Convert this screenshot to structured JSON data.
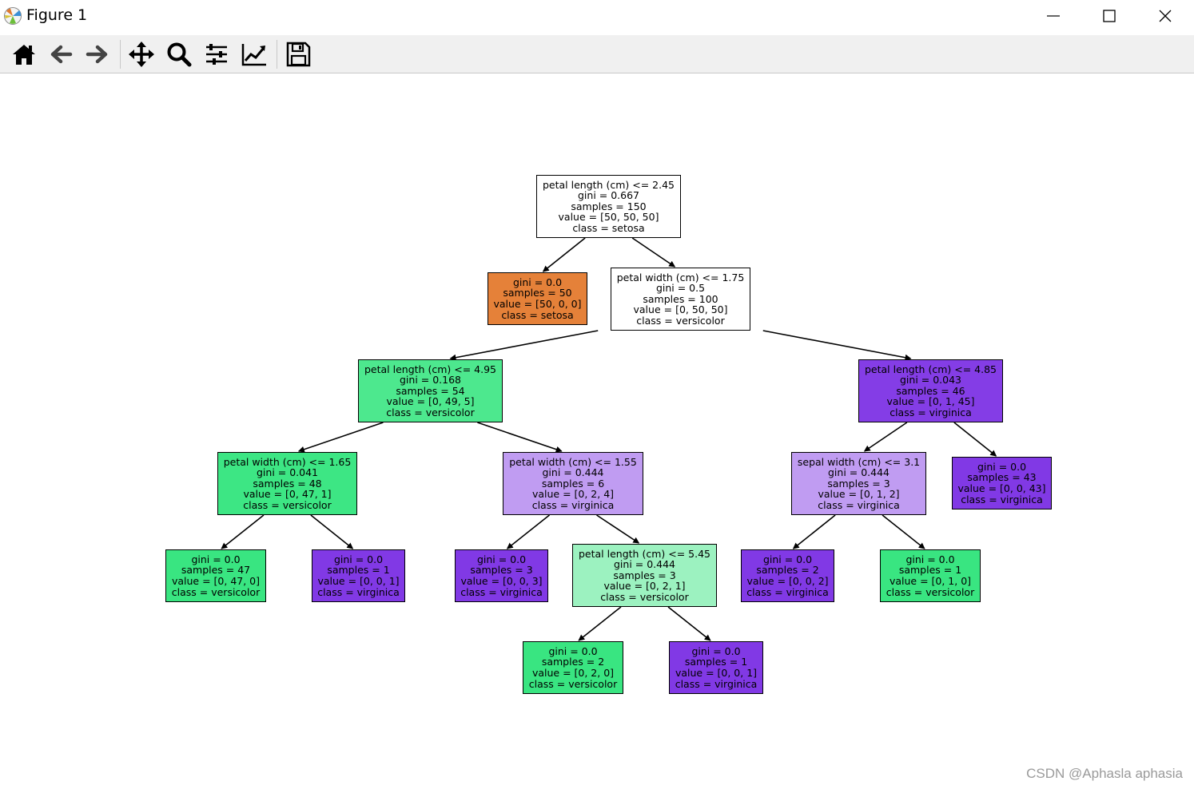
{
  "window": {
    "title": "Figure 1",
    "controls": [
      "minimize",
      "maximize",
      "close"
    ]
  },
  "toolbar": {
    "buttons": [
      {
        "name": "home",
        "icon": "home-icon"
      },
      {
        "name": "back",
        "icon": "arrow-left-icon"
      },
      {
        "name": "forward",
        "icon": "arrow-right-icon"
      },
      {
        "name": "pan",
        "icon": "move-icon"
      },
      {
        "name": "zoom",
        "icon": "zoom-icon"
      },
      {
        "name": "subplots",
        "icon": "sliders-icon"
      },
      {
        "name": "customize",
        "icon": "line-chart-icon"
      },
      {
        "name": "save",
        "icon": "floppy-icon"
      }
    ]
  },
  "tree": {
    "nodes": [
      {
        "id": "n0",
        "lines": [
          "petal length (cm) <= 2.45",
          "gini = 0.667",
          "samples = 150",
          "value = [50, 50, 50]",
          "class = setosa"
        ],
        "fill": "#ffffff"
      },
      {
        "id": "n1",
        "lines": [
          "gini = 0.0",
          "samples = 50",
          "value = [50, 0, 0]",
          "class = setosa"
        ],
        "fill": "#e58139"
      },
      {
        "id": "n2",
        "lines": [
          "petal width (cm) <= 1.75",
          "gini = 0.5",
          "samples = 100",
          "value = [0, 50, 50]",
          "class = versicolor"
        ],
        "fill": "#ffffff"
      },
      {
        "id": "n3",
        "lines": [
          "petal length (cm) <= 4.95",
          "gini = 0.168",
          "samples = 54",
          "value = [0, 49, 5]",
          "class = versicolor"
        ],
        "fill": "#4de88e"
      },
      {
        "id": "n4",
        "lines": [
          "petal length (cm) <= 4.85",
          "gini = 0.043",
          "samples = 46",
          "value = [0, 1, 45]",
          "class = virginica"
        ],
        "fill": "#843de6"
      },
      {
        "id": "n5",
        "lines": [
          "petal width (cm) <= 1.65",
          "gini = 0.041",
          "samples = 48",
          "value = [0, 47, 1]",
          "class = versicolor"
        ],
        "fill": "#3de684"
      },
      {
        "id": "n6",
        "lines": [
          "petal width (cm) <= 1.55",
          "gini = 0.444",
          "samples = 6",
          "value = [0, 2, 4]",
          "class = virginica"
        ],
        "fill": "#c09cf2"
      },
      {
        "id": "n7",
        "lines": [
          "sepal width (cm) <= 3.1",
          "gini = 0.444",
          "samples = 3",
          "value = [0, 1, 2]",
          "class = virginica"
        ],
        "fill": "#c09cf2"
      },
      {
        "id": "n8",
        "lines": [
          "gini = 0.0",
          "samples = 43",
          "value = [0, 0, 43]",
          "class = virginica"
        ],
        "fill": "#8139e5"
      },
      {
        "id": "n9",
        "lines": [
          "gini = 0.0",
          "samples = 47",
          "value = [0, 47, 0]",
          "class = versicolor"
        ],
        "fill": "#39e581"
      },
      {
        "id": "n10",
        "lines": [
          "gini = 0.0",
          "samples = 1",
          "value = [0, 0, 1]",
          "class = virginica"
        ],
        "fill": "#8139e5"
      },
      {
        "id": "n11",
        "lines": [
          "gini = 0.0",
          "samples = 3",
          "value = [0, 0, 3]",
          "class = virginica"
        ],
        "fill": "#8139e5"
      },
      {
        "id": "n12",
        "lines": [
          "petal length (cm) <= 5.45",
          "gini = 0.444",
          "samples = 3",
          "value = [0, 2, 1]",
          "class = versicolor"
        ],
        "fill": "#9cf2c0"
      },
      {
        "id": "n13",
        "lines": [
          "gini = 0.0",
          "samples = 2",
          "value = [0, 0, 2]",
          "class = virginica"
        ],
        "fill": "#8139e5"
      },
      {
        "id": "n14",
        "lines": [
          "gini = 0.0",
          "samples = 1",
          "value = [0, 1, 0]",
          "class = versicolor"
        ],
        "fill": "#39e581"
      },
      {
        "id": "n15",
        "lines": [
          "gini = 0.0",
          "samples = 2",
          "value = [0, 2, 0]",
          "class = versicolor"
        ],
        "fill": "#39e581"
      },
      {
        "id": "n16",
        "lines": [
          "gini = 0.0",
          "samples = 1",
          "value = [0, 0, 1]",
          "class = virginica"
        ],
        "fill": "#8139e5"
      }
    ],
    "edges": [
      [
        "n0",
        "n1"
      ],
      [
        "n0",
        "n2"
      ],
      [
        "n2",
        "n3"
      ],
      [
        "n2",
        "n4"
      ],
      [
        "n3",
        "n5"
      ],
      [
        "n3",
        "n6"
      ],
      [
        "n4",
        "n7"
      ],
      [
        "n4",
        "n8"
      ],
      [
        "n5",
        "n9"
      ],
      [
        "n5",
        "n10"
      ],
      [
        "n6",
        "n11"
      ],
      [
        "n6",
        "n12"
      ],
      [
        "n7",
        "n13"
      ],
      [
        "n7",
        "n14"
      ],
      [
        "n12",
        "n15"
      ],
      [
        "n12",
        "n16"
      ]
    ]
  },
  "watermark": "CSDN @Aphasla  aphasia"
}
